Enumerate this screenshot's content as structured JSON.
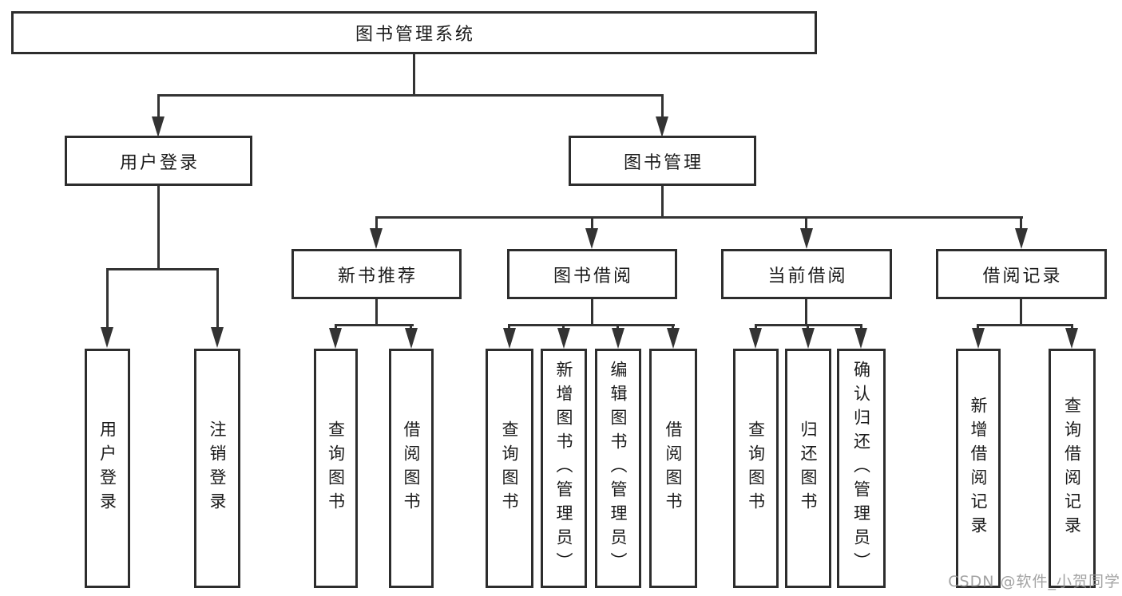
{
  "diagram_type": "hierarchy-tree",
  "colors": {
    "line": "#333333",
    "box_border": "#2d2d2d",
    "text": "#1a1a1a",
    "background": "#ffffff",
    "watermark": "#969696"
  },
  "tree": {
    "root": "图书管理系统",
    "branches": [
      {
        "label": "用户登录",
        "leaves": [
          "用户登录",
          "注销登录"
        ]
      },
      {
        "label": "图书管理",
        "sections": [
          {
            "label": "新书推荐",
            "leaves": [
              "查询图书",
              "借阅图书"
            ]
          },
          {
            "label": "图书借阅",
            "leaves": [
              "查询图书",
              "新增图书（管理员）",
              "编辑图书（管理员）",
              "借阅图书"
            ]
          },
          {
            "label": "当前借阅",
            "leaves": [
              "查询图书",
              "归还图书",
              "确认归还（管理员）"
            ]
          },
          {
            "label": "借阅记录",
            "leaves": [
              "新增借阅记录",
              "查询借阅记录"
            ]
          }
        ]
      }
    ]
  },
  "watermark": {
    "text": "CSDN @软件_小贺同学"
  }
}
